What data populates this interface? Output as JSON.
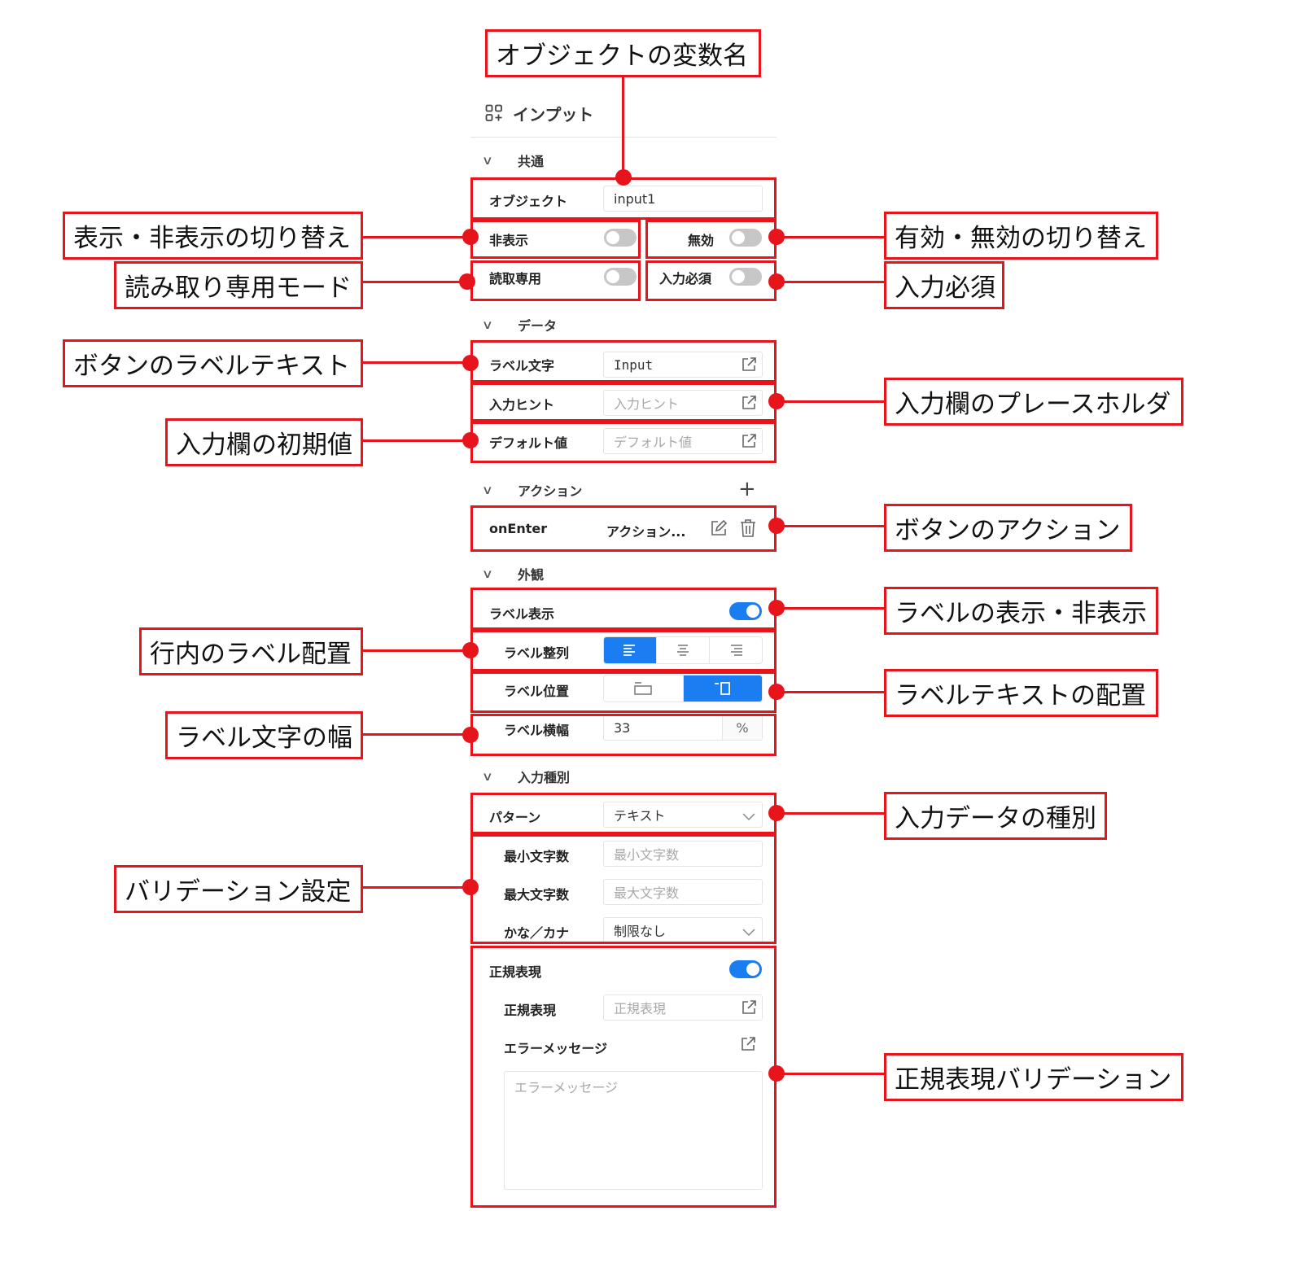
{
  "panel": {
    "title": "インプット",
    "sections": {
      "common": "共通",
      "data": "データ",
      "action": "アクション",
      "appearance": "外観",
      "input_type": "入力種別"
    },
    "object": {
      "label": "オブジェクト",
      "value": "input1"
    },
    "hidden": {
      "label": "非表示",
      "on": false
    },
    "disabled": {
      "label": "無効",
      "on": false
    },
    "readonly": {
      "label": "読取専用",
      "on": false
    },
    "required": {
      "label": "入力必須",
      "on": false
    },
    "label_text": {
      "label": "ラベル文字",
      "value": "Input"
    },
    "hint": {
      "label": "入力ヒント",
      "placeholder": "入力ヒント"
    },
    "default_value": {
      "label": "デフォルト値",
      "placeholder": "デフォルト値"
    },
    "action_row": {
      "event": "onEnter",
      "value": "アクション..."
    },
    "label_visible": {
      "label": "ラベル表示",
      "on": true
    },
    "label_align": {
      "label": "ラベル整列",
      "options": [
        "left",
        "center",
        "right"
      ],
      "selected": "left"
    },
    "label_position": {
      "label": "ラベル位置",
      "options": [
        "top",
        "left"
      ],
      "selected": "left"
    },
    "label_width": {
      "label": "ラベル横幅",
      "value": "33",
      "unit": "%"
    },
    "pattern": {
      "label": "パターン",
      "value": "テキスト"
    },
    "min_chars": {
      "label": "最小文字数",
      "placeholder": "最小文字数"
    },
    "max_chars": {
      "label": "最大文字数",
      "placeholder": "最大文字数"
    },
    "kana": {
      "label": "かな／カナ",
      "value": "制限なし"
    },
    "regex_toggle": {
      "label": "正規表現",
      "on": true
    },
    "regex": {
      "label": "正規表現",
      "placeholder": "正規表現"
    },
    "error_message": {
      "label": "エラーメッセージ",
      "placeholder": "エラーメッセージ"
    }
  },
  "callouts": {
    "variable_name": "オブジェクトの変数名",
    "visibility": "表示・非表示の切り替え",
    "enable": "有効・無効の切り替え",
    "readonly_mode": "読み取り専用モード",
    "required": "入力必須",
    "button_label": "ボタンのラベルテキスト",
    "placeholder": "入力欄のプレースホルダ",
    "initial_value": "入力欄の初期値",
    "button_action": "ボタンのアクション",
    "label_toggle": "ラベルの表示・非表示",
    "label_inline_align": "行内のラベル配置",
    "label_text_position": "ラベルテキストの配置",
    "label_width": "ラベル文字の幅",
    "data_type": "入力データの種別",
    "validation": "バリデーション設定",
    "regex_validation": "正規表現バリデーション"
  },
  "colors": {
    "annotation": "#e8141b",
    "accent": "#1a7ef2"
  }
}
